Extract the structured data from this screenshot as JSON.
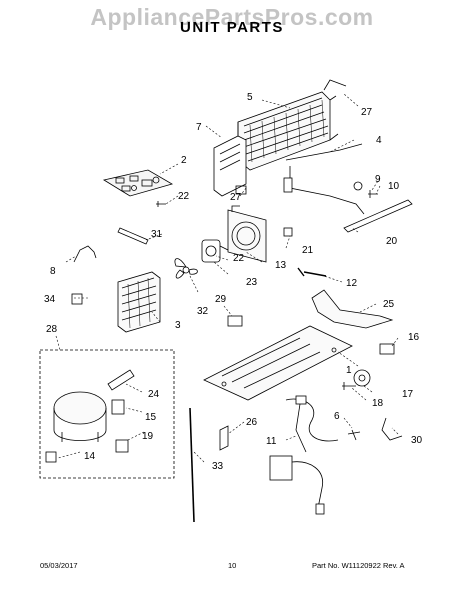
{
  "watermark": "AppliancePartsPros.com",
  "title": "UNIT PARTS",
  "callouts": [
    {
      "id": "c1",
      "label": "1"
    },
    {
      "id": "c2",
      "label": "2"
    },
    {
      "id": "c3",
      "label": "3"
    },
    {
      "id": "c4",
      "label": "4"
    },
    {
      "id": "c5",
      "label": "5"
    },
    {
      "id": "c6",
      "label": "6"
    },
    {
      "id": "c7",
      "label": "7"
    },
    {
      "id": "c8",
      "label": "8"
    },
    {
      "id": "c9",
      "label": "9"
    },
    {
      "id": "c10",
      "label": "10"
    },
    {
      "id": "c11",
      "label": "11"
    },
    {
      "id": "c12",
      "label": "12"
    },
    {
      "id": "c13",
      "label": "13"
    },
    {
      "id": "c14",
      "label": "14"
    },
    {
      "id": "c15",
      "label": "15"
    },
    {
      "id": "c16",
      "label": "16"
    },
    {
      "id": "c17",
      "label": "17"
    },
    {
      "id": "c18",
      "label": "18"
    },
    {
      "id": "c19",
      "label": "19"
    },
    {
      "id": "c20",
      "label": "20"
    },
    {
      "id": "c21",
      "label": "21"
    },
    {
      "id": "c22a",
      "label": "22"
    },
    {
      "id": "c22b",
      "label": "22"
    },
    {
      "id": "c23",
      "label": "23"
    },
    {
      "id": "c24",
      "label": "24"
    },
    {
      "id": "c25",
      "label": "25"
    },
    {
      "id": "c26",
      "label": "26"
    },
    {
      "id": "c27a",
      "label": "27"
    },
    {
      "id": "c27b",
      "label": "27"
    },
    {
      "id": "c28",
      "label": "28"
    },
    {
      "id": "c29",
      "label": "29"
    },
    {
      "id": "c30",
      "label": "30"
    },
    {
      "id": "c31",
      "label": "31"
    },
    {
      "id": "c32",
      "label": "32"
    },
    {
      "id": "c33",
      "label": "33"
    },
    {
      "id": "c34",
      "label": "34"
    }
  ],
  "footer": {
    "date": "05/03/2017",
    "page": "10",
    "part_no": "Part No.  W11120922  Rev.  A"
  }
}
